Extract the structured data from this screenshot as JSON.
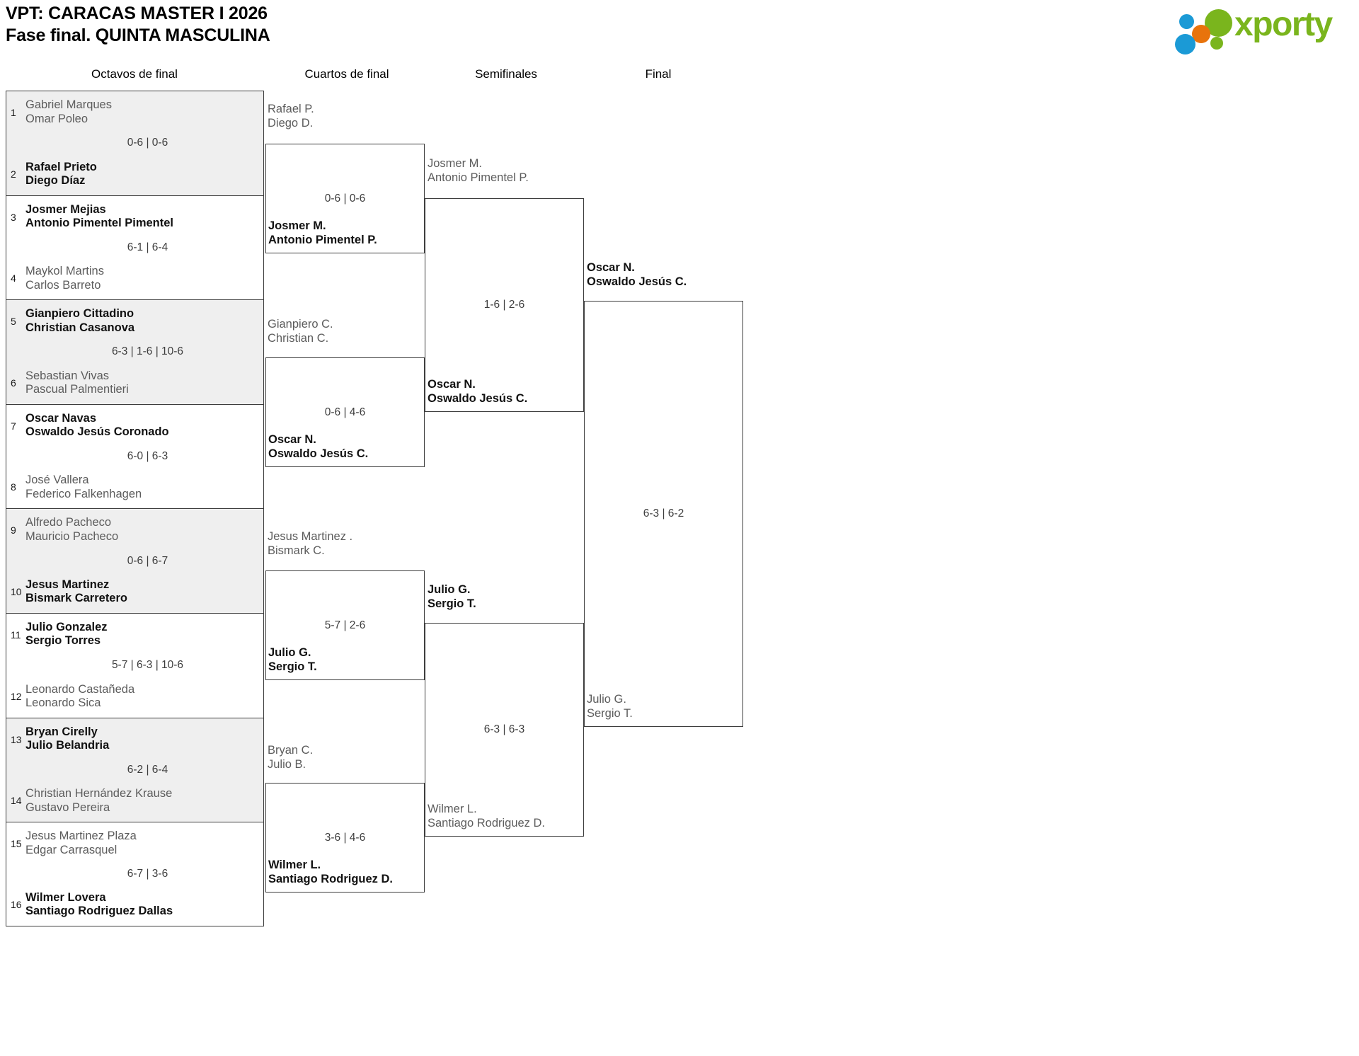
{
  "header": {
    "title_line1": "VPT: CARACAS MASTER I 2026",
    "title_line2": "Fase final. QUINTA MASCULINA",
    "logo_text": "xporty",
    "logo_colors": {
      "green": "#7AB51D",
      "blue": "#1B9AD6",
      "orange": "#E8730C"
    }
  },
  "rounds": [
    {
      "label": "Octavos de final"
    },
    {
      "label": "Cuartos de final"
    },
    {
      "label": "Semifinales"
    },
    {
      "label": "Final"
    }
  ],
  "round1": [
    {
      "top": {
        "seed": "1",
        "p1": "Gabriel Marques",
        "p2": "Omar Poleo",
        "result": "loser"
      },
      "score": "0-6 | 0-6",
      "bottom": {
        "seed": "2",
        "p1": "Rafael Prieto",
        "p2": "Diego Díaz",
        "result": "winner"
      },
      "shaded": true
    },
    {
      "top": {
        "seed": "3",
        "p1": "Josmer Mejias",
        "p2": "Antonio Pimentel Pimentel",
        "result": "winner"
      },
      "score": "6-1 | 6-4",
      "bottom": {
        "seed": "4",
        "p1": "Maykol Martins",
        "p2": "Carlos Barreto",
        "result": "loser"
      },
      "shaded": false
    },
    {
      "top": {
        "seed": "5",
        "p1": "Gianpiero Cittadino",
        "p2": "Christian Casanova",
        "result": "winner"
      },
      "score": "6-3 | 1-6 | 10-6",
      "bottom": {
        "seed": "6",
        "p1": "Sebastian Vivas",
        "p2": "Pascual Palmentieri",
        "result": "loser"
      },
      "shaded": true
    },
    {
      "top": {
        "seed": "7",
        "p1": "Oscar Navas",
        "p2": "Oswaldo Jesús Coronado",
        "result": "winner"
      },
      "score": "6-0 | 6-3",
      "bottom": {
        "seed": "8",
        "p1": "José Vallera",
        "p2": "Federico Falkenhagen",
        "result": "loser"
      },
      "shaded": false
    },
    {
      "top": {
        "seed": "9",
        "p1": "Alfredo Pacheco",
        "p2": "Mauricio Pacheco",
        "result": "loser"
      },
      "score": "0-6 | 6-7",
      "bottom": {
        "seed": "10",
        "p1": "Jesus Martinez",
        "p2": "Bismark Carretero",
        "result": "winner"
      },
      "shaded": true
    },
    {
      "top": {
        "seed": "11",
        "p1": "Julio Gonzalez",
        "p2": "Sergio Torres",
        "result": "winner"
      },
      "score": "5-7 | 6-3 | 10-6",
      "bottom": {
        "seed": "12",
        "p1": "Leonardo Castañeda",
        "p2": "Leonardo Sica",
        "result": "loser"
      },
      "shaded": false
    },
    {
      "top": {
        "seed": "13",
        "p1": "Bryan Cirelly",
        "p2": "Julio Belandria",
        "result": "winner"
      },
      "score": "6-2 | 6-4",
      "bottom": {
        "seed": "14",
        "p1": "Christian Hernández Krause",
        "p2": "Gustavo Pereira",
        "result": "loser"
      },
      "shaded": true
    },
    {
      "top": {
        "seed": "15",
        "p1": "Jesus Martinez Plaza",
        "p2": "Edgar Carrasquel",
        "result": "loser"
      },
      "score": "6-7 | 3-6",
      "bottom": {
        "seed": "16",
        "p1": "Wilmer Lovera",
        "p2": "Santiago Rodriguez Dallas",
        "result": "winner"
      },
      "shaded": false
    }
  ],
  "round2": [
    {
      "top": {
        "p1": "Rafael P.",
        "p2": "Diego D.",
        "result": "loser"
      },
      "score": "0-6 | 0-6",
      "bottom": {
        "p1": "Josmer M.",
        "p2": "Antonio Pimentel P.",
        "result": "winner"
      }
    },
    {
      "top": {
        "p1": "Gianpiero C.",
        "p2": "Christian C.",
        "result": "loser"
      },
      "score": "0-6 | 4-6",
      "bottom": {
        "p1": "Oscar N.",
        "p2": "Oswaldo Jesús C.",
        "result": "winner"
      }
    },
    {
      "top": {
        "p1": "Jesus Martinez .",
        "p2": "Bismark C.",
        "result": "loser"
      },
      "score": "5-7 | 2-6",
      "bottom": {
        "p1": "Julio G.",
        "p2": "Sergio T.",
        "result": "winner"
      }
    },
    {
      "top": {
        "p1": "Bryan C.",
        "p2": "Julio B.",
        "result": "loser"
      },
      "score": "3-6 | 4-6",
      "bottom": {
        "p1": "Wilmer L.",
        "p2": "Santiago Rodriguez D.",
        "result": "winner"
      }
    }
  ],
  "round3": [
    {
      "top": {
        "p1": "Josmer M.",
        "p2": "Antonio Pimentel P.",
        "result": "loser"
      },
      "score": "1-6 | 2-6",
      "bottom": {
        "p1": "Oscar N.",
        "p2": "Oswaldo Jesús C.",
        "result": "winner"
      }
    },
    {
      "top": {
        "p1": "Julio G.",
        "p2": "Sergio T.",
        "result": "winner"
      },
      "score": "6-3 | 6-3",
      "bottom": {
        "p1": "Wilmer L.",
        "p2": "Santiago Rodriguez D.",
        "result": "loser"
      }
    }
  ],
  "round4": [
    {
      "top": {
        "p1": "Oscar N.",
        "p2": "Oswaldo Jesús C.",
        "result": "winner"
      },
      "score": "6-3 | 6-2",
      "bottom": {
        "p1": "Julio G.",
        "p2": "Sergio T.",
        "result": "loser"
      }
    }
  ]
}
